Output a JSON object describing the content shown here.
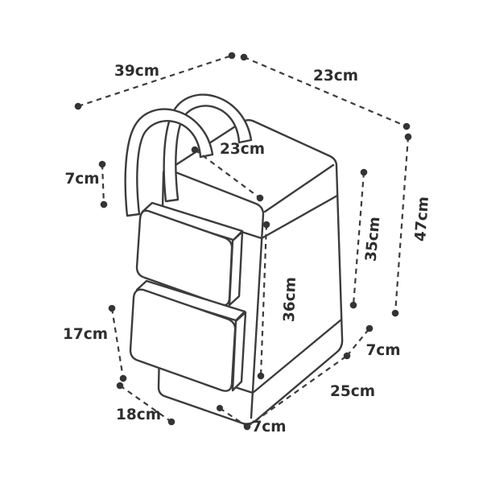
{
  "diagram": {
    "subject": "backpack line drawing with dimension annotations",
    "unit": "cm",
    "colors": {
      "line": "#3c3c3c",
      "text": "#2e2e2e",
      "background": "#ffffff"
    },
    "dimensions": {
      "top_edge_left": {
        "label": "39cm",
        "value": 39
      },
      "top_edge_right": {
        "label": "23cm",
        "value": 23
      },
      "overall_height": {
        "label": "47cm",
        "value": 47
      },
      "top_face_depth": {
        "label": "23cm",
        "value": 23
      },
      "lid_height": {
        "label": "7cm",
        "value": 7
      },
      "side_panel_height": {
        "label": "35cm",
        "value": 35
      },
      "front_edge_height": {
        "label": "36cm",
        "value": 36
      },
      "lower_pocket_height": {
        "label": "17cm",
        "value": 17
      },
      "lower_pocket_width": {
        "label": "18cm",
        "value": 18
      },
      "base_front_depth": {
        "label": "7cm",
        "value": 7
      },
      "base_bottom_edge": {
        "label": "25cm",
        "value": 25
      },
      "base_side_height": {
        "label": "7cm",
        "value": 7
      }
    }
  }
}
